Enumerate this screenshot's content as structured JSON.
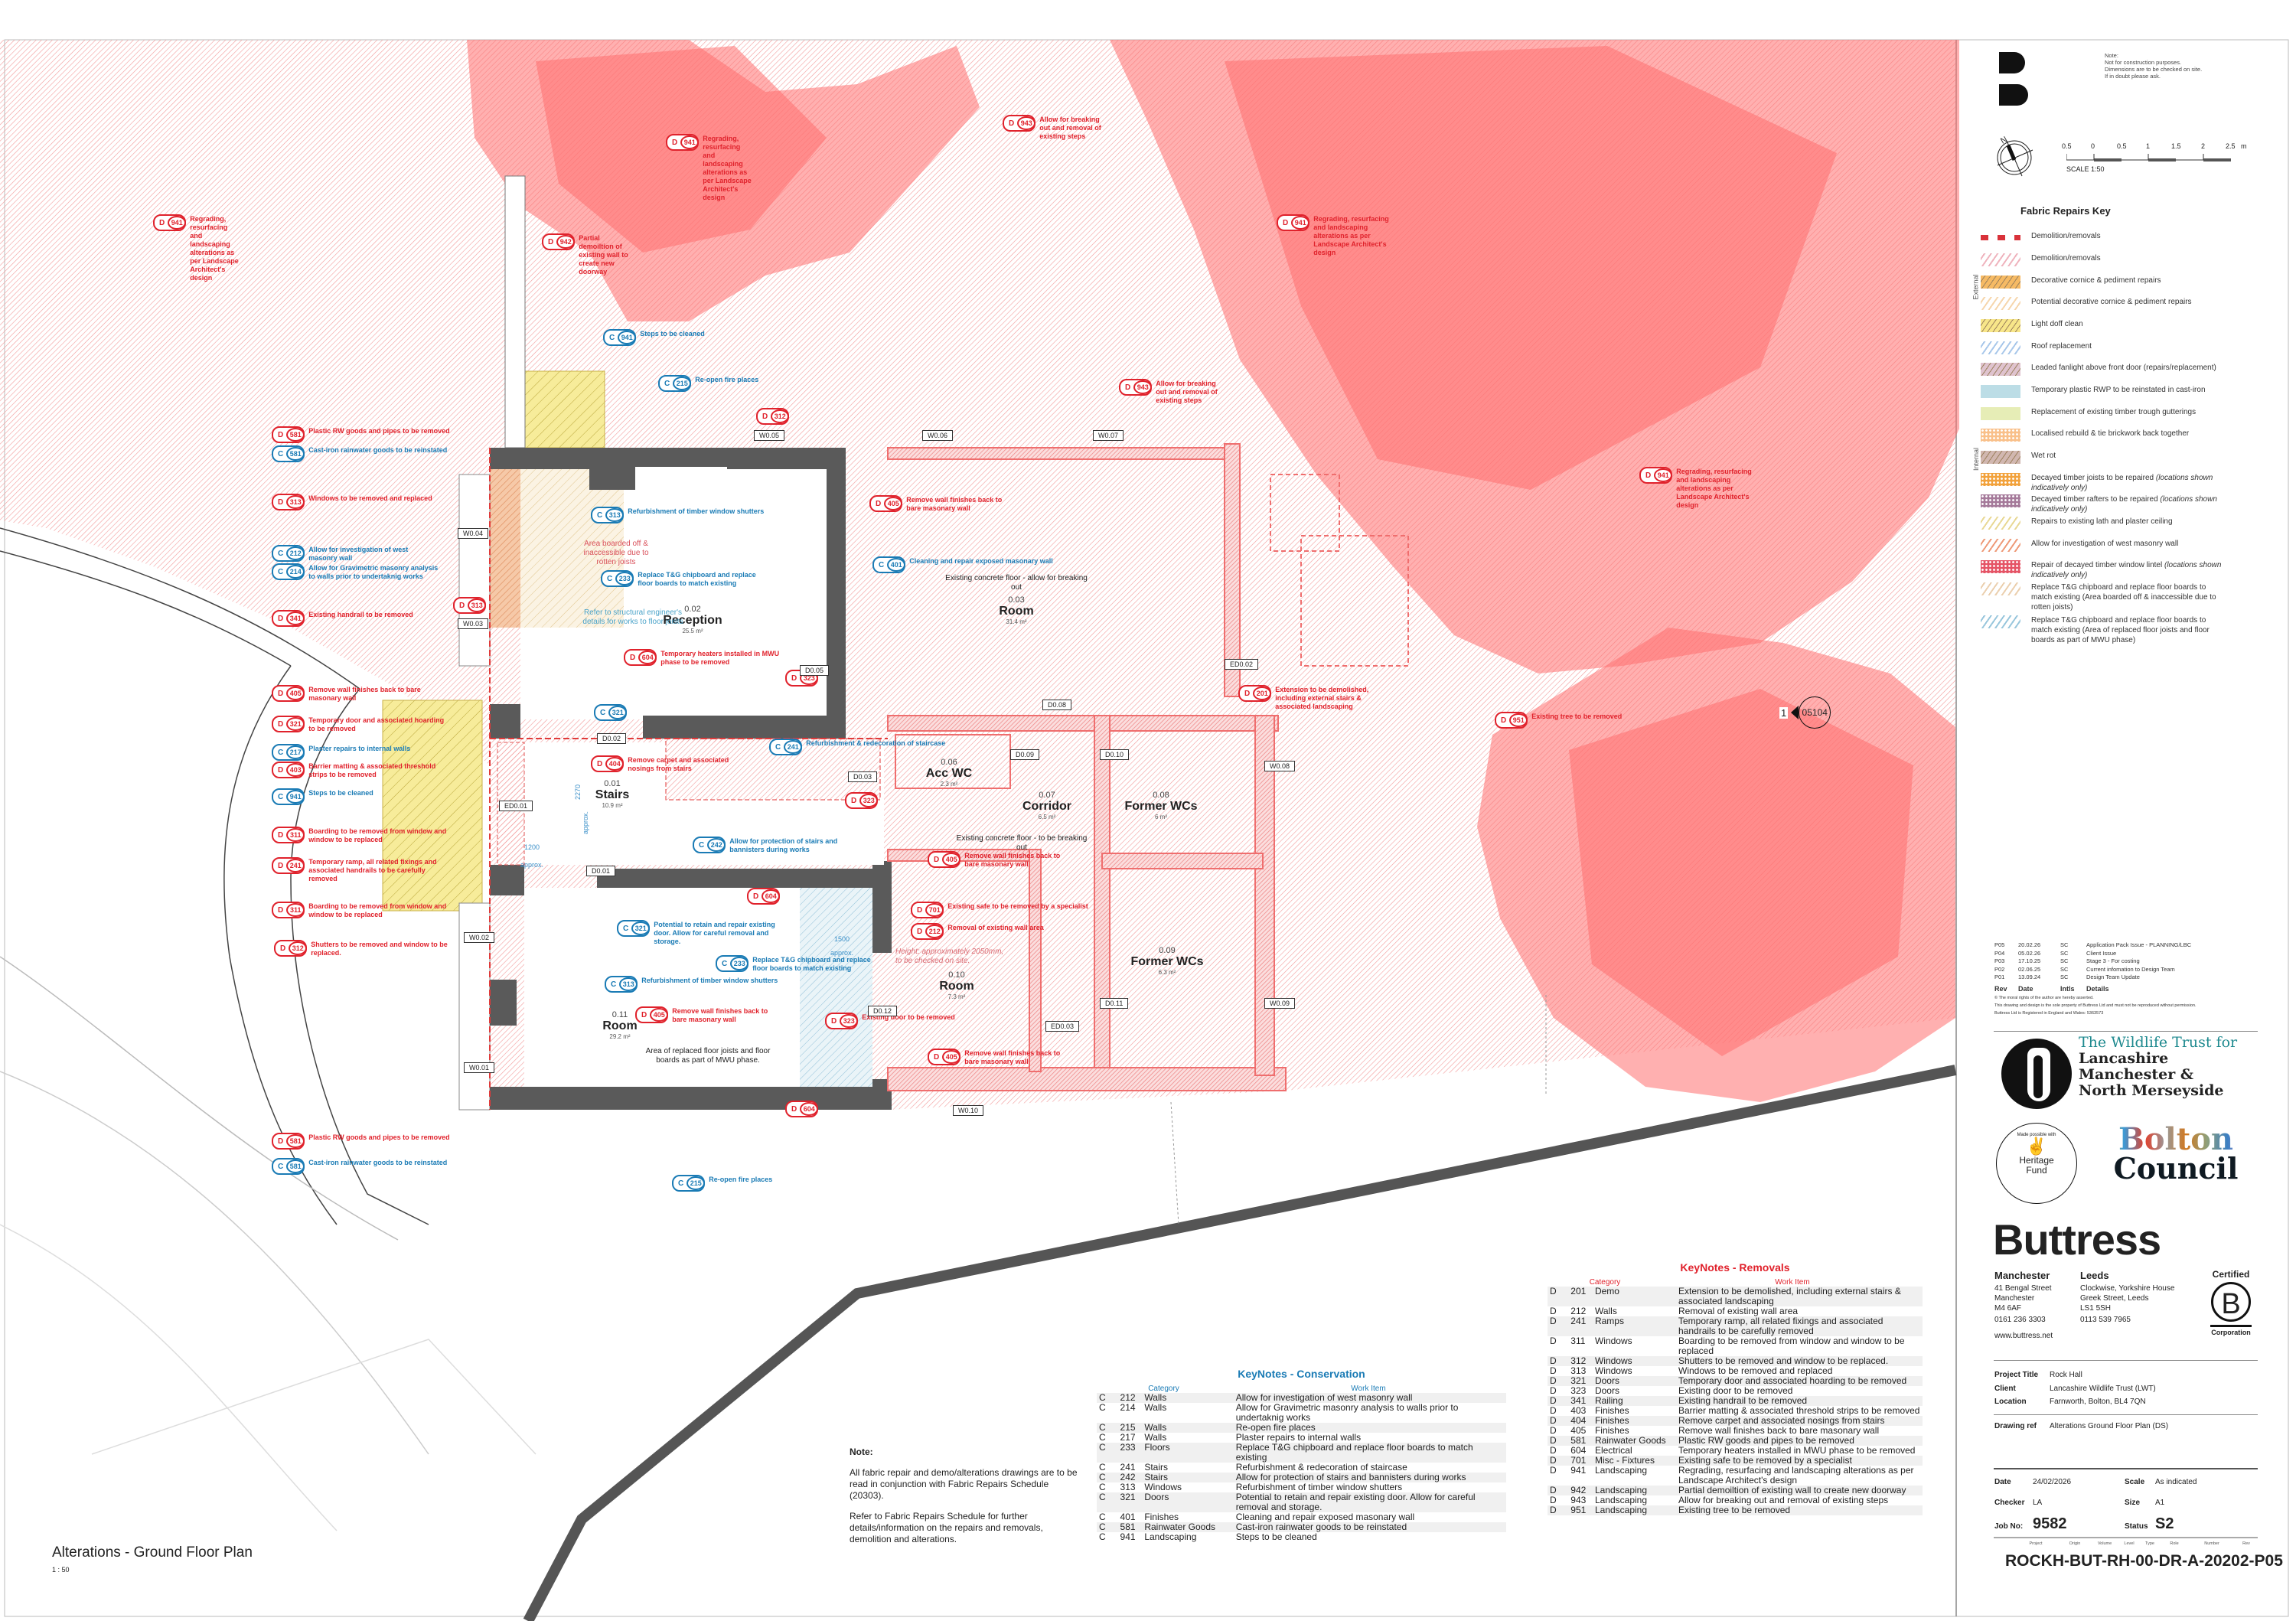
{
  "drawing": {
    "title": "Alterations - Ground Floor Plan",
    "scale_label": "1 : 50",
    "side_label_external": "External",
    "side_label_internal": "Internal",
    "section_marker": {
      "number": "1",
      "ref": "05104"
    }
  },
  "notes_top": {
    "title": "Note:",
    "lines": [
      "Not for construction purposes.",
      "Dimensions are to be checked on site.",
      "If in doubt please ask."
    ]
  },
  "scale_bar": {
    "ticks": [
      "0.5",
      "0",
      "0.5",
      "1",
      "1.5",
      "2",
      "2.5"
    ],
    "unit": "m",
    "label": "SCALE 1:50",
    "north": "N"
  },
  "legend": {
    "title": "Fabric Repairs Key",
    "items": [
      {
        "label": "Demolition/removals",
        "note": "",
        "color": "#d9323a",
        "style": "dash"
      },
      {
        "label": "Demolition/removals",
        "note": "",
        "color": "#efb3bd",
        "style": "hatch"
      },
      {
        "label": "Decorative cornice & pediment repairs",
        "note": "",
        "color": "#f4ae48",
        "style": "hatchfill"
      },
      {
        "label": "Potential decorative cornice & pediment repairs",
        "note": "",
        "color": "#f6d6ac",
        "style": "hatch"
      },
      {
        "label": "Light doff clean",
        "note": "",
        "color": "#f6e274",
        "style": "hatchfill"
      },
      {
        "label": "Roof replacement",
        "note": "",
        "color": "#a8c7ea",
        "style": "hatch"
      },
      {
        "label": "Leaded fanlight above front door (repairs/replacement)",
        "note": "",
        "color": "#d9b8c6",
        "style": "hatchfill"
      },
      {
        "label": "Temporary plastic RWP to be reinstated in cast-iron",
        "note": "",
        "color": "#bcdde6",
        "style": "solid"
      },
      {
        "label": "Replacement of existing timber trough gutterings",
        "note": "",
        "color": "#e6edb6",
        "style": "solid"
      },
      {
        "label": "Localised rebuild & tie brickwork back together",
        "note": "",
        "color": "#f9c08a",
        "style": "cross"
      },
      {
        "label": "Wet rot",
        "note": "",
        "color": "#c9aaa2",
        "style": "hatchfill"
      },
      {
        "label": "Decayed timber joists to be repaired",
        "note": "(locations shown indicatively only)",
        "color": "#f2a23c",
        "style": "dots"
      },
      {
        "label": "Decayed timber rafters to be repaired",
        "note": "(locations shown indicatively only)",
        "color": "#a57a9a",
        "style": "dots"
      },
      {
        "label": "Repairs to existing lath and plaster ceiling",
        "note": "",
        "color": "#e8d894",
        "style": "hatch"
      },
      {
        "label": "Allow for investigation of west masonry wall",
        "note": "",
        "color": "#ee9a78",
        "style": "hatch"
      },
      {
        "label": "Repair of decayed timber window lintel",
        "note": "(locations shown indicatively only)",
        "color": "#e55466",
        "style": "dots"
      },
      {
        "label": "Replace T&G chipboard and replace floor boards to match existing (Area boarded off & inaccessible due to rotten joists)",
        "note": "",
        "color": "#ebcfae",
        "style": "hatch"
      },
      {
        "label": "Replace T&G chipboard and replace floor boards to match existing (Area of replaced floor joists and floor boards as part of MWU phase)",
        "note": "",
        "color": "#98c6dc",
        "style": "hatch"
      }
    ]
  },
  "revisions": {
    "rows": [
      {
        "rev": "P05",
        "date": "20.02.26",
        "intls": "SC",
        "details": "Application Pack Issue - PLANNING/LBC"
      },
      {
        "rev": "P04",
        "date": "05.02.26",
        "intls": "SC",
        "details": "Client Issue"
      },
      {
        "rev": "P03",
        "date": "17.10.25",
        "intls": "SC",
        "details": "Stage 3 - For costing"
      },
      {
        "rev": "P02",
        "date": "02.06.25",
        "intls": "SC",
        "details": "Current infomation to Design Team"
      },
      {
        "rev": "P01",
        "date": "13.09.24",
        "intls": "SC",
        "details": "Design Team Update"
      }
    ],
    "headers": {
      "rev": "Rev",
      "date": "Date",
      "intls": "Intls",
      "details": "Details"
    },
    "copyright": [
      "© The moral rights of the author are hereby asserted.",
      "This drawing and design is the sole property of Buttress Ltd and must not be reproduced without permission.",
      "Buttress Ltd is Registered in England and Wales: 5363573"
    ]
  },
  "logos": {
    "wildlife_line1": "The Wildlife Trust for",
    "wildlife_line2": "Lancashire",
    "wildlife_line3": "Manchester &",
    "wildlife_line4": "North Merseyside",
    "heritage_top": "Made possible with",
    "heritage_line1": "Heritage",
    "heritage_line2": "Fund",
    "bolton_line1": "Bolton",
    "bolton_line2": "Council",
    "bcorp_top": "Certified",
    "bcorp_letter": "B",
    "bcorp_bottom": "Corporation"
  },
  "practice": {
    "name": "Buttress",
    "offices": [
      {
        "city": "Manchester",
        "address": [
          "41 Bengal Street",
          "Manchester",
          "M4 6AF"
        ],
        "phone": "0161 236 3303"
      },
      {
        "city": "Leeds",
        "address": [
          "Clockwise, Yorkshire House",
          "Greek Street, Leeds",
          "LS1 5SH"
        ],
        "phone": "0113 539 7965"
      }
    ],
    "website": "www.buttress.net"
  },
  "project": {
    "project_title_label": "Project Title",
    "project_title": "Rock Hall",
    "client_label": "Client",
    "client": "Lancashire Wildlife Trust (LWT)",
    "location_label": "Location",
    "location": "Farnworth, Bolton, BL4 7QN",
    "drawing_ref_label": "Drawing ref",
    "drawing_ref": "Alterations Ground Floor Plan (DS)",
    "date_label": "Date",
    "date": "24/02/2026",
    "scale_label": "Scale",
    "scale": "As indicated",
    "checker_label": "Checker",
    "checker": "LA",
    "size_label": "Size",
    "size": "A1",
    "job_label": "Job No:",
    "job": "9582",
    "status_label": "Status",
    "status": "S2",
    "code_headers": [
      "Project",
      "Origin",
      "Volume",
      "Level",
      "Type",
      "Role",
      "Number",
      "Rev"
    ],
    "drawing_number": "ROCKH-BUT-RH-00-DR-A-20202-P05"
  },
  "general_note": {
    "title": "Note:",
    "p1": "All fabric repair and demo/alterations drawings are to be read in conjunction with Fabric Repairs Schedule (20303).",
    "p2": "Refer to Fabric Repairs Schedule for further details/information on the repairs and removals, demolition and alterations."
  },
  "keynotes_conservation": {
    "title": "KeyNotes - Conservation",
    "col_category": "Category",
    "col_work": "Work Item",
    "color": "#1a7bb5",
    "rows": [
      [
        "C",
        "212",
        "Walls",
        "Allow for investigation of west masonry wall"
      ],
      [
        "C",
        "214",
        "Walls",
        "Allow for Gravimetric masonry analysis to walls prior to undertaknig works"
      ],
      [
        "C",
        "215",
        "Walls",
        "Re-open fire places"
      ],
      [
        "C",
        "217",
        "Walls",
        "Plaster repairs to internal walls"
      ],
      [
        "C",
        "233",
        "Floors",
        "Replace T&G chipboard and replace floor boards to match existing"
      ],
      [
        "C",
        "241",
        "Stairs",
        "Refurbishment & redecoration of staircase"
      ],
      [
        "C",
        "242",
        "Stairs",
        "Allow for protection of stairs and bannisters during works"
      ],
      [
        "C",
        "313",
        "Windows",
        "Refurbishment of timber window shutters"
      ],
      [
        "C",
        "321",
        "Doors",
        "Potential to retain and repair existing door. Allow for careful removal and storage."
      ],
      [
        "C",
        "401",
        "Finishes",
        "Cleaning and repair exposed masonary wall"
      ],
      [
        "C",
        "581",
        "Rainwater Goods",
        "Cast-iron rainwater goods to be reinstated"
      ],
      [
        "C",
        "941",
        "Landscaping",
        "Steps to be cleaned"
      ]
    ]
  },
  "keynotes_removals": {
    "title": "KeyNotes - Removals",
    "col_category": "Category",
    "col_work": "Work Item",
    "color": "#e0222c",
    "rows": [
      [
        "D",
        "201",
        "Demo",
        "Extension to be demolished, including external stairs & associated landscaping"
      ],
      [
        "D",
        "212",
        "Walls",
        "Removal of existing wall area"
      ],
      [
        "D",
        "241",
        "Ramps",
        "Temporary ramp, all related fixings and associated handrails to be carefully removed"
      ],
      [
        "D",
        "311",
        "Windows",
        "Boarding to be removed from window and window to be replaced"
      ],
      [
        "D",
        "312",
        "Windows",
        "Shutters to be removed and window to be replaced."
      ],
      [
        "D",
        "313",
        "Windows",
        "Windows to be removed and replaced"
      ],
      [
        "D",
        "321",
        "Doors",
        "Temporary door and associated hoarding to be removed"
      ],
      [
        "D",
        "323",
        "Doors",
        "Existing door to be removed"
      ],
      [
        "D",
        "341",
        "Railing",
        "Existing handrail to be removed"
      ],
      [
        "D",
        "403",
        "Finishes",
        "Barrier matting & associated threshold strips to be removed"
      ],
      [
        "D",
        "404",
        "Finishes",
        "Remove carpet and associated nosings from stairs"
      ],
      [
        "D",
        "405",
        "Finishes",
        "Remove wall finishes back to bare masonary wall"
      ],
      [
        "D",
        "581",
        "Rainwater Goods",
        "Plastic RW goods and pipes to be removed"
      ],
      [
        "D",
        "604",
        "Electrical",
        "Temporary heaters installed in MWU phase to be removed"
      ],
      [
        "D",
        "701",
        "Misc - Fixtures",
        "Existing safe to be removed by a specialist"
      ],
      [
        "D",
        "941",
        "Landscaping",
        "Regrading, resurfacing and landscaping alterations as per Landscape Architect's design"
      ],
      [
        "D",
        "942",
        "Landscaping",
        "Partial demoiltion of existing wall to create new doorway"
      ],
      [
        "D",
        "943",
        "Landscaping",
        "Allow for breaking out and removal of existing steps"
      ],
      [
        "D",
        "951",
        "Landscaping",
        "Existing tree to be removed"
      ]
    ]
  },
  "plan": {
    "rooms": [
      {
        "num": "0.02",
        "name": "Reception",
        "area": "25.5 m²"
      },
      {
        "num": "0.03",
        "name": "Room",
        "area": "31.4 m²"
      },
      {
        "num": "0.01",
        "name": "Stairs",
        "area": "10.9 m²"
      },
      {
        "num": "0.06",
        "name": "Acc WC",
        "area": "2.3 m²"
      },
      {
        "num": "0.07",
        "name": "Corridor",
        "area": "6.5 m²"
      },
      {
        "num": "0.08",
        "name": "Former WCs",
        "area": "6 m²"
      },
      {
        "num": "0.09",
        "name": "Former WCs",
        "area": "6.3 m²"
      },
      {
        "num": "0.10",
        "name": "Room",
        "area": "7.3 m²"
      },
      {
        "num": "0.11",
        "name": "Room",
        "area": "29.2 m²"
      }
    ],
    "notes": [
      {
        "text": "Existing concrete floor - allow for breaking out",
        "kind": "dark"
      },
      {
        "text": "Existing concrete floor - to be breaking out",
        "kind": "dark"
      },
      {
        "text": "Area boarded off & inaccessible due to rotten joists",
        "kind": "red"
      },
      {
        "text": "Refer to structural engineer's details for works to floor joists",
        "kind": "blue"
      },
      {
        "text": "Height: approximately 2050mm, to be checked on site.",
        "kind": "redital"
      },
      {
        "text": "Area of replaced floor joists and floor boards as part of MWU phase.",
        "kind": "dark"
      }
    ],
    "refs": [
      "W0.05",
      "W0.06",
      "W0.07",
      "W0.04",
      "W0.03",
      "W0.02",
      "W0.01",
      "W0.08",
      "W0.09",
      "W0.10",
      "D0.05",
      "D0.02",
      "D0.03",
      "D0.08",
      "D0.09",
      "D0.10",
      "D0.01",
      "D0.12",
      "D0.11",
      "ED0.01",
      "ED0.02",
      "ED0.03"
    ],
    "dims": [
      "2270",
      "approx.",
      "1200",
      "approx.",
      "1500",
      "approx."
    ],
    "callouts": [
      {
        "type": "D",
        "code": "581",
        "text": "Plastic RW goods and pipes to be removed"
      },
      {
        "type": "C",
        "code": "581",
        "text": "Cast-iron rainwater goods to be reinstated"
      },
      {
        "type": "D",
        "code": "313",
        "text": "Windows to be removed and replaced"
      },
      {
        "type": "C",
        "code": "212",
        "text": "Allow for investigation of west masonry wall"
      },
      {
        "type": "C",
        "code": "214",
        "text": "Allow for Gravimetric masonry analysis to walls prior to undertaknig works"
      },
      {
        "type": "D",
        "code": "341",
        "text": "Existing handrail to be removed"
      },
      {
        "type": "D",
        "code": "405",
        "text": "Remove wall finishes back to bare masonary wall"
      },
      {
        "type": "D",
        "code": "321",
        "text": "Temporary door and associated hoarding to be removed"
      },
      {
        "type": "C",
        "code": "217",
        "text": "Plaster repairs to internal walls"
      },
      {
        "type": "D",
        "code": "403",
        "text": "Barrier matting & associated threshold strips to be removed"
      },
      {
        "type": "C",
        "code": "941",
        "text": "Steps to be cleaned"
      },
      {
        "type": "D",
        "code": "311",
        "text": "Boarding to be removed from window and window to be replaced"
      },
      {
        "type": "D",
        "code": "241",
        "text": "Temporary ramp, all related fixings and associated handrails to be carefully removed"
      },
      {
        "type": "D",
        "code": "311",
        "text": "Boarding to be removed from window and window to be replaced"
      },
      {
        "type": "D",
        "code": "312",
        "text": "Shutters to be removed and window to be replaced."
      },
      {
        "type": "D",
        "code": "581",
        "text": "Plastic RW goods and pipes to be removed"
      },
      {
        "type": "C",
        "code": "581",
        "text": "Cast-iron rainwater goods to be reinstated"
      },
      {
        "type": "D",
        "code": "941",
        "text": "Regrading, resurfacing and landscaping alterations as per Landscape Architect's design"
      },
      {
        "type": "D",
        "code": "941",
        "text": "Regrading, resurfacing and landscaping alterations as per Landscape Architect's design"
      },
      {
        "type": "D",
        "code": "942",
        "text": "Partial demoiltion of existing wall to create new doorway"
      },
      {
        "type": "D",
        "code": "943",
        "text": "Allow for breaking out and removal of existing steps"
      },
      {
        "type": "C",
        "code": "941",
        "text": "Steps to be cleaned"
      },
      {
        "type": "C",
        "code": "215",
        "text": "Re-open fire places"
      },
      {
        "type": "D",
        "code": "943",
        "text": "Allow for breaking out and removal of existing steps"
      },
      {
        "type": "D",
        "code": "941",
        "text": "Regrading, resurfacing and landscaping alterations as per Landscape Architect's design"
      },
      {
        "type": "D",
        "code": "941",
        "text": "Regrading, resurfacing and landscaping alterations as per Landscape Architect's design"
      },
      {
        "type": "D",
        "code": "201",
        "text": "Extension to be demolished, including external stairs & associated landscaping"
      },
      {
        "type": "D",
        "code": "951",
        "text": "Existing tree to be removed"
      },
      {
        "type": "C",
        "code": "313",
        "text": "Refurbishment of timber window shutters"
      },
      {
        "type": "C",
        "code": "233",
        "text": "Replace T&G chipboard and replace floor boards to match existing"
      },
      {
        "type": "D",
        "code": "604",
        "text": "Temporary heaters installed in MWU phase to be removed"
      },
      {
        "type": "D",
        "code": "405",
        "text": "Remove wall finishes back to bare masonary wall"
      },
      {
        "type": "C",
        "code": "401",
        "text": "Cleaning and repair exposed masonary wall"
      },
      {
        "type": "D",
        "code": "404",
        "text": "Remove carpet and associated nosings from stairs"
      },
      {
        "type": "C",
        "code": "241",
        "text": "Refurbishment & redecoration of staircase"
      },
      {
        "type": "C",
        "code": "242",
        "text": "Allow for protection of stairs and bannisters during works"
      },
      {
        "type": "D",
        "code": "405",
        "text": "Remove wall finishes back to bare masonary wall"
      },
      {
        "type": "C",
        "code": "321",
        "text": "Potential to retain and repair existing door. Allow for careful removal and storage."
      },
      {
        "type": "C",
        "code": "233",
        "text": "Replace T&G chipboard and replace floor boards to match existing"
      },
      {
        "type": "D",
        "code": "701",
        "text": "Existing safe to be removed by a specialist"
      },
      {
        "type": "D",
        "code": "212",
        "text": "Removal of existing wall area"
      },
      {
        "type": "C",
        "code": "313",
        "text": "Refurbishment of timber window shutters"
      },
      {
        "type": "D",
        "code": "405",
        "text": "Remove wall finishes back to bare masonary wall"
      },
      {
        "type": "D",
        "code": "323",
        "text": "Existing door to be removed"
      },
      {
        "type": "D",
        "code": "405",
        "text": "Remove wall finishes back to bare masonary wall"
      },
      {
        "type": "C",
        "code": "215",
        "text": "Re-open fire places"
      }
    ],
    "tags_only": [
      {
        "type": "D",
        "code": "313"
      },
      {
        "type": "D",
        "code": "312"
      },
      {
        "type": "D",
        "code": "323"
      },
      {
        "type": "C",
        "code": "321"
      },
      {
        "type": "D",
        "code": "323"
      },
      {
        "type": "D",
        "code": "604"
      },
      {
        "type": "D",
        "code": "604"
      }
    ]
  }
}
